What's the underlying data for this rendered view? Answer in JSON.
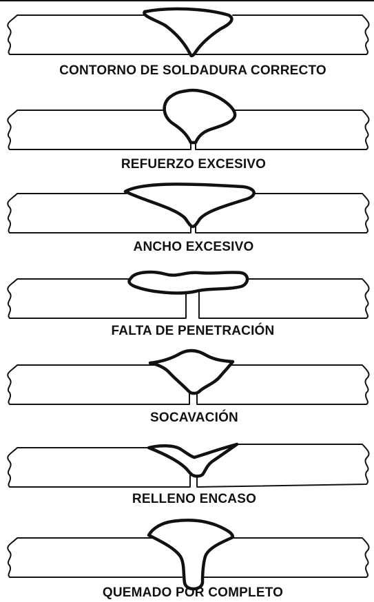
{
  "figure": {
    "captions": [
      "CONTORNO DE SOLDADURA CORRECTO",
      "REFUERZO EXCESIVO",
      "ANCHO EXCESIVO",
      "FALTA DE PENETRACIÓN",
      "SOCAVACIÓN",
      "RELLENO ENCASO",
      "QUEMADO POR COMPLETO"
    ]
  }
}
